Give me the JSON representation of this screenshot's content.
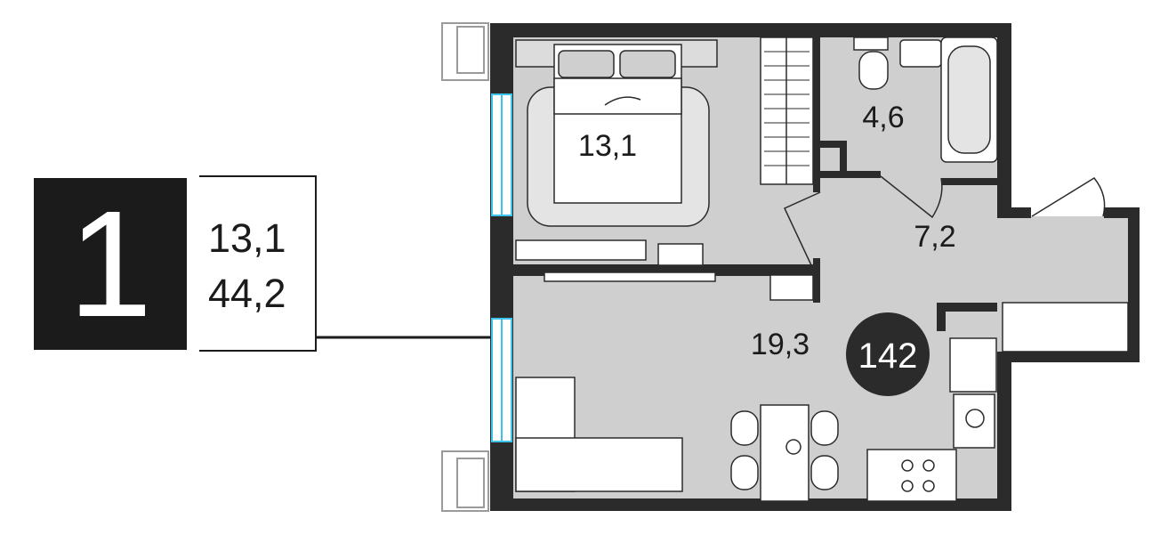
{
  "apartment": {
    "rooms_count": "1",
    "living_area": "13,1",
    "total_area": "44,2",
    "number": "142"
  },
  "rooms": {
    "bedroom": "13,1",
    "bathroom": "4,6",
    "hallway": "7,2",
    "living_kitchen": "19,3"
  },
  "colors": {
    "wall": "#2b2b2b",
    "floor": "#cfcfcf",
    "window": "#3cc4ea",
    "badge": "#1b1b1b"
  }
}
